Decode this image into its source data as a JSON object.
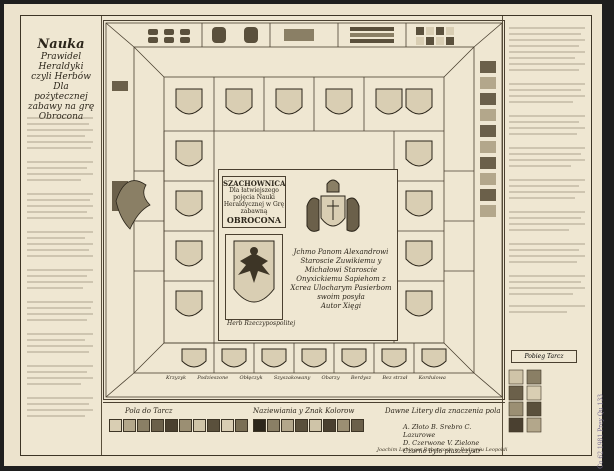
{
  "title": {
    "heading": "Nauka",
    "subtitle": "Prawidel Heraldyki czyli Herbów Dla pożytecznej zabawy na grę Obrocona"
  },
  "center": {
    "sign_heading": "SZACHOWNICA",
    "sign_body": "Dla łatwiejszego pojęcia Nauki Heraldycznej w Grę zabawną",
    "sign_obrocona": "OBROCONA",
    "dedication": "Jchmo Panom Alexandrowi Staroscie Zuwikiemu y Michałowi Staroscie Onyxickiemu Sapiehom z Xcrea Ulocharym Pasierbom swoim posyła",
    "author": "Autor Xięgi",
    "herb_label": "Herb Rzeczypospolitej"
  },
  "bottom": {
    "pola_title": "Pola do Tarcz",
    "nazewiska_title": "Naziewiania y Znak Kolorow",
    "dawne_title": "Dawne Litery dla znaczenia pola",
    "colors": [
      "A. Złoto",
      "B. Srebro",
      "C. Lazurowe",
      "D. Czerwone",
      "V. Zielone",
      "Czarno było piaszczystr"
    ],
    "shield_captions": [
      "Krzyzyk",
      "Podzieszone",
      "Obłęczyk",
      "Szyszakowany",
      "Obarzy",
      "Berdysz",
      "Bez strzał",
      "Kordulowa"
    ],
    "imprint": "Joachim Lubinger Rubencosie w Radzyniu Leopoldi",
    "corner_label": "Pobieg Tarcz"
  },
  "stamp": "Co 62 1981 Prey Qu 133",
  "colors_hex": {
    "paper": "#efe7d2",
    "ink": "#2c261b",
    "mat": "#ece3cd",
    "background": "#1e1e1e"
  }
}
